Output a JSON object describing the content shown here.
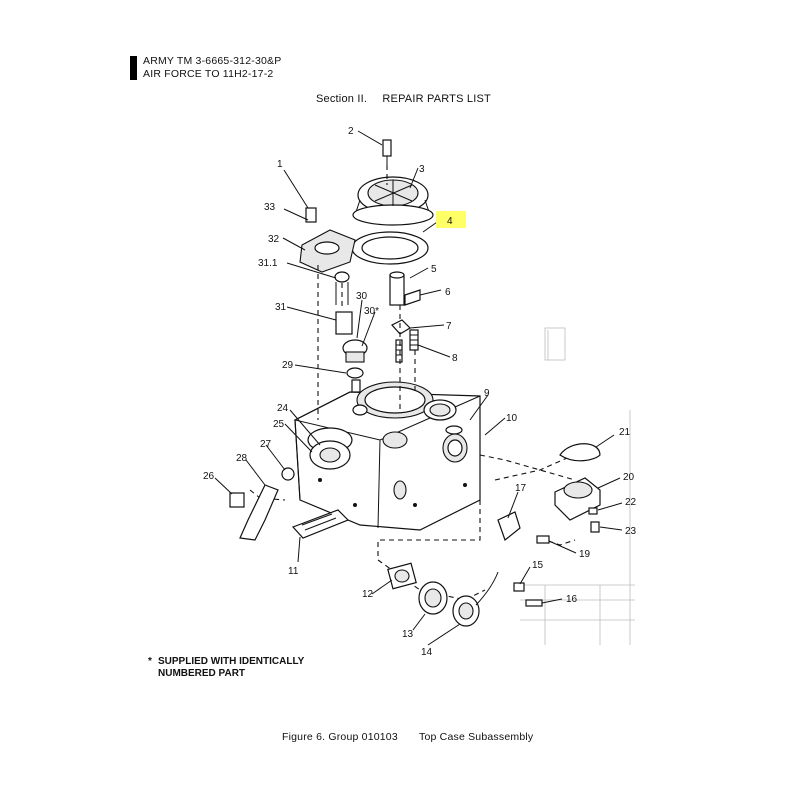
{
  "header": {
    "line1": "ARMY TM 3-6665-312-30&P",
    "line2": "AIR FORCE TO 11H2-17-2"
  },
  "section": {
    "label": "Section II.",
    "title": "REPAIR PARTS LIST"
  },
  "callouts": [
    {
      "id": "c1",
      "text": "1"
    },
    {
      "id": "c2",
      "text": "2"
    },
    {
      "id": "c3",
      "text": "3"
    },
    {
      "id": "c4",
      "text": "4",
      "highlighted": true
    },
    {
      "id": "c5",
      "text": "5"
    },
    {
      "id": "c6",
      "text": "6"
    },
    {
      "id": "c7",
      "text": "7"
    },
    {
      "id": "c8",
      "text": "8"
    },
    {
      "id": "c9",
      "text": "9"
    },
    {
      "id": "c10",
      "text": "10"
    },
    {
      "id": "c11",
      "text": "11"
    },
    {
      "id": "c12",
      "text": "12"
    },
    {
      "id": "c13",
      "text": "13"
    },
    {
      "id": "c14",
      "text": "14"
    },
    {
      "id": "c15",
      "text": "15"
    },
    {
      "id": "c16",
      "text": "16"
    },
    {
      "id": "c17",
      "text": "17"
    },
    {
      "id": "c19",
      "text": "19"
    },
    {
      "id": "c20",
      "text": "20"
    },
    {
      "id": "c21",
      "text": "21"
    },
    {
      "id": "c22",
      "text": "22"
    },
    {
      "id": "c23",
      "text": "23"
    },
    {
      "id": "c24",
      "text": "24"
    },
    {
      "id": "c25",
      "text": "25"
    },
    {
      "id": "c26",
      "text": "26"
    },
    {
      "id": "c27",
      "text": "27"
    },
    {
      "id": "c28",
      "text": "28"
    },
    {
      "id": "c29",
      "text": "29"
    },
    {
      "id": "c30",
      "text": "30"
    },
    {
      "id": "c30s",
      "text": "30*"
    },
    {
      "id": "c31",
      "text": "31"
    },
    {
      "id": "c311",
      "text": "31.1"
    },
    {
      "id": "c32",
      "text": "32"
    },
    {
      "id": "c33",
      "text": "33"
    }
  ],
  "note": {
    "marker": "*",
    "text": "SUPPLIED WITH IDENTICALLY NUMBERED PART"
  },
  "caption": {
    "figure": "Figure 6. Group 010103",
    "title": "Top Case Subassembly"
  },
  "colors": {
    "highlight": "#ffff66",
    "ink": "#111111"
  }
}
